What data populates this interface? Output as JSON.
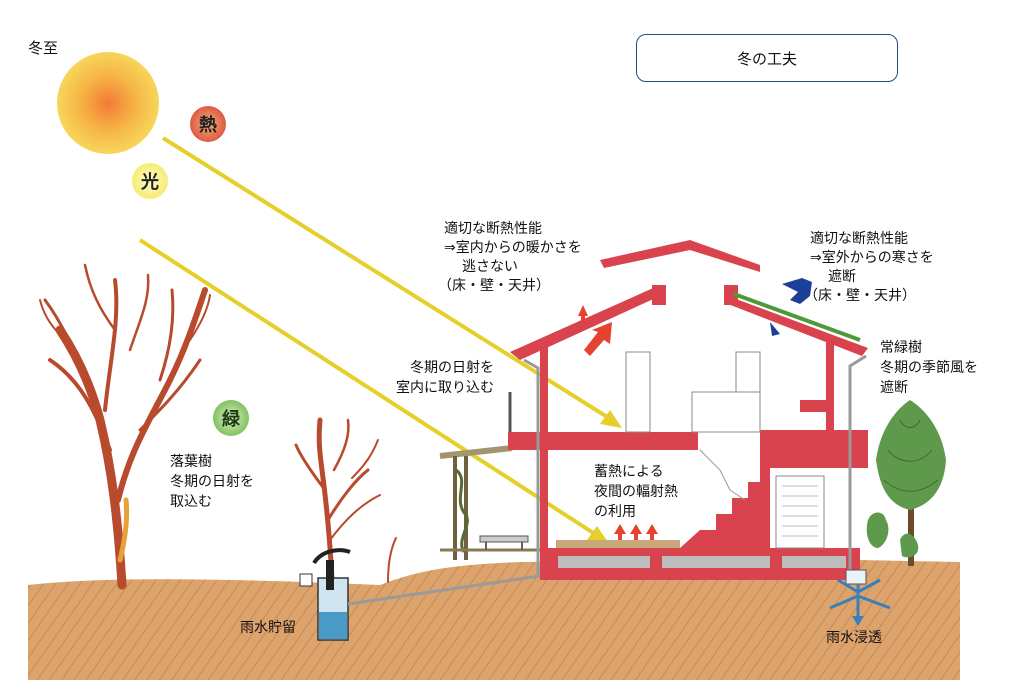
{
  "title": "冬の工夫",
  "season_label": "冬至",
  "badges": {
    "heat": "熱",
    "light": "光",
    "green": "緑"
  },
  "deciduous": [
    "落葉樹",
    "冬期の日射を",
    "取込む"
  ],
  "insulation_left": [
    "適切な断熱性能",
    "⇒室内からの暖かさを",
    "逃さない",
    "（床・壁・天井）"
  ],
  "insulation_right": [
    "適切な断熱性能",
    "⇒室外からの寒さを",
    "遮断",
    "（床・壁・天井）"
  ],
  "solar_in": [
    "冬期の日射を",
    "室内に取り込む"
  ],
  "evergreen": [
    "常緑樹",
    "冬期の季節風を",
    "遮断"
  ],
  "thermal_mass": [
    "蓄熱による",
    "夜間の輻射熱",
    "の利用"
  ],
  "rain_storage": "雨水貯留",
  "rain_infiltration": "雨水浸透",
  "colors": {
    "house_red": "#d9434e",
    "ground": "#d9a36b",
    "sun": "#f6c24a",
    "sun_ray": "#e6cf2a",
    "cold_arrow": "#1c3f9a",
    "warm_arrow": "#e5432f",
    "title_border": "#2b4a86"
  }
}
